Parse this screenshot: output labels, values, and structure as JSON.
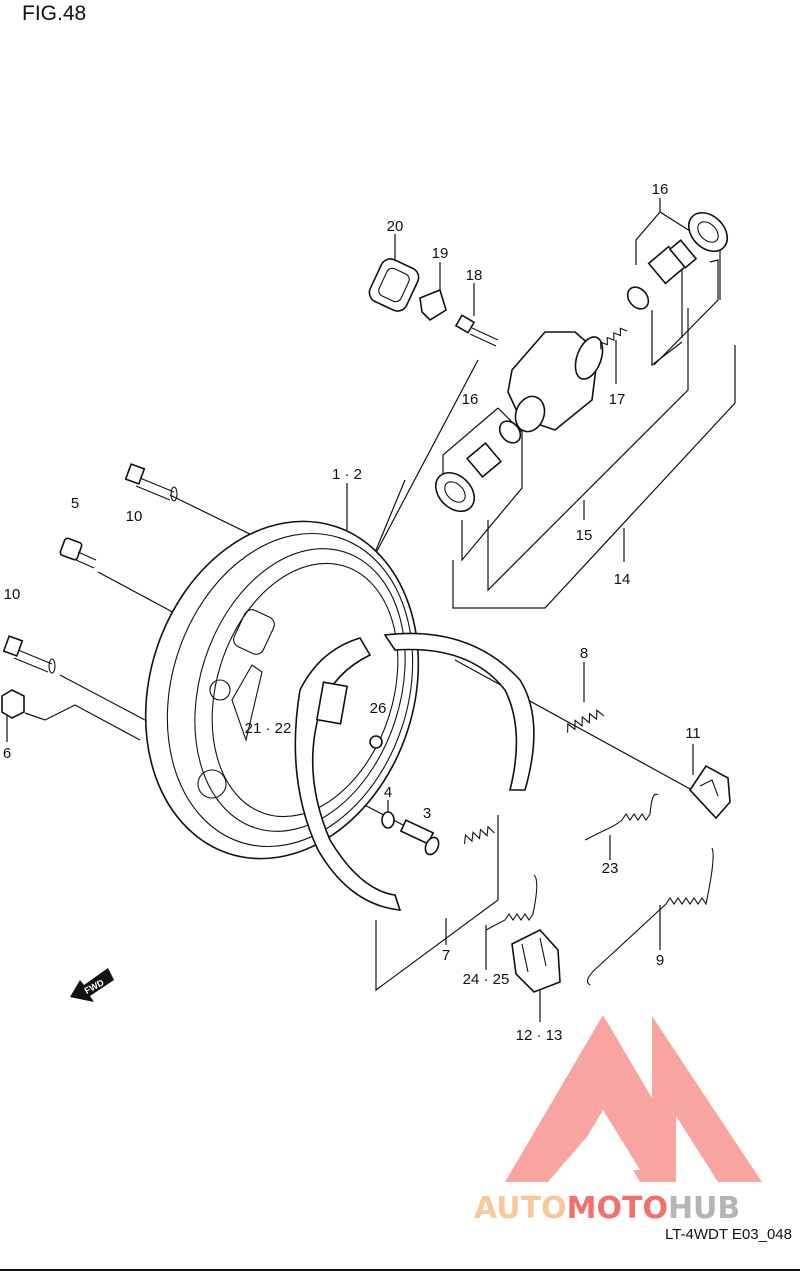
{
  "figure": {
    "title": "FIG.48",
    "code": "LT-4WDT E03_048"
  },
  "callouts": {
    "c20": "20",
    "c19": "19",
    "c18": "18",
    "c16a": "16",
    "c16b": "16",
    "c17": "17",
    "c12": "1 · 2",
    "c10a": "10",
    "c10b": "10",
    "c5": "5",
    "c6": "6",
    "c15": "15",
    "c14": "14",
    "c8": "8",
    "c11": "11",
    "c26": "26",
    "c2122": "21 · 22",
    "c4": "4",
    "c3": "3",
    "c23": "23",
    "c7": "7",
    "c9": "9",
    "c2425": "24 · 25",
    "c1213": "12 · 13"
  },
  "fwd_label": "FWD",
  "watermark": {
    "part1": "AUTO",
    "part2": "MOTO",
    "part3": "HUB",
    "color_light": "#f9c99a",
    "color_red": "#f4706c",
    "color_gray": "#b5b5b5"
  }
}
